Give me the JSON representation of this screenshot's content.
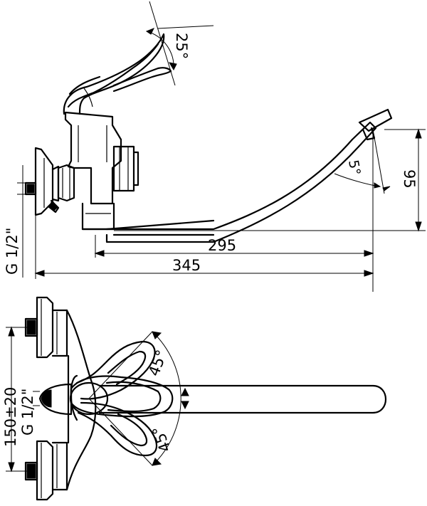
{
  "dimensions": {
    "handle_tilt_angle": "25°",
    "spout_tip_angle": "5°",
    "spout_height": "95",
    "spout_reach_inner": "295",
    "spout_reach_overall": "345",
    "side_connection_thread": "G 1/2\"",
    "centre_distance": "150±20",
    "plan_connection_thread": "G 1/2\"",
    "handle_swing_left": "45°",
    "handle_swing_right": "45°"
  }
}
